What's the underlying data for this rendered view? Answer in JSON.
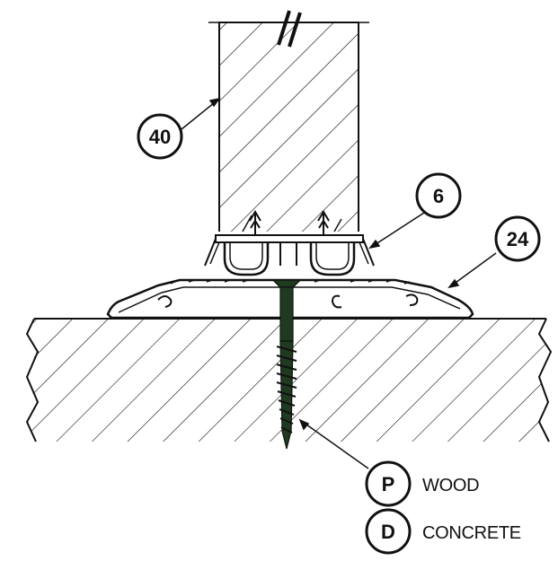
{
  "callouts": {
    "c40": "40",
    "c6": "6",
    "c24": "24"
  },
  "legend": [
    {
      "letter": "P",
      "text": "WOOD"
    },
    {
      "letter": "D",
      "text": "CONCRETE"
    }
  ],
  "colors": {
    "ink": "#111111",
    "paper": "#ffffff",
    "screw": "#1f3b1f"
  }
}
